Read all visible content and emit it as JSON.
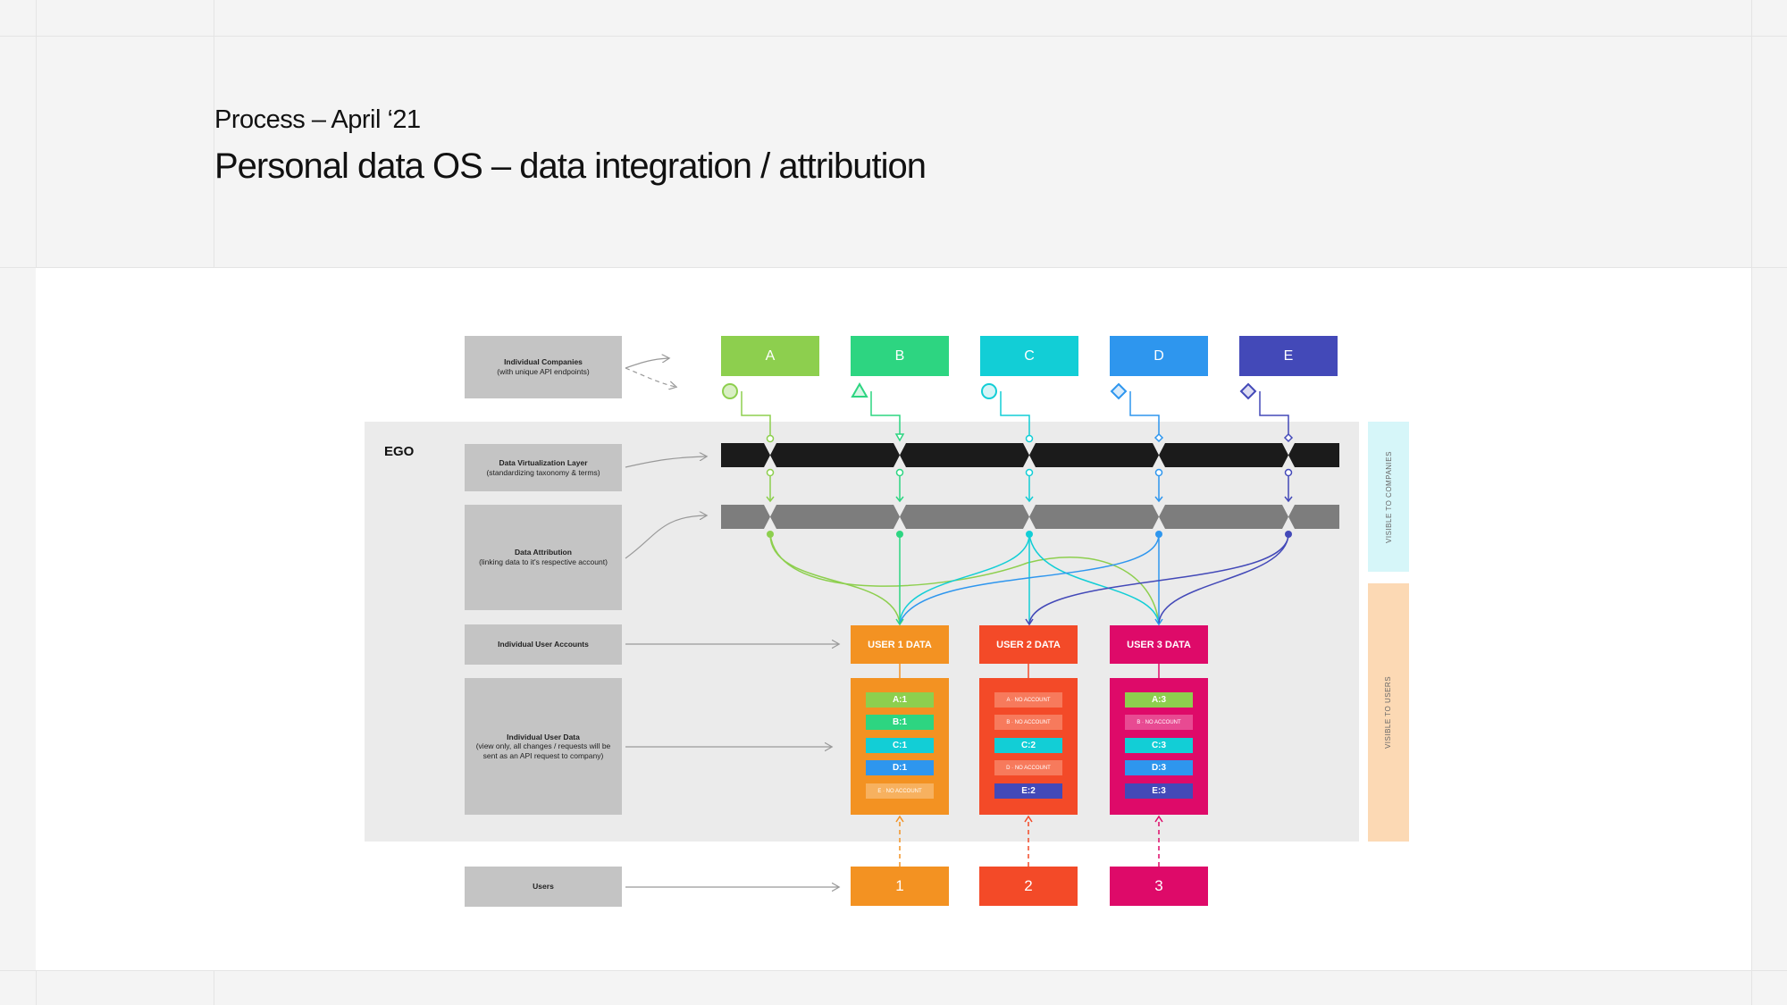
{
  "header": {
    "subtitle": "Process – April ‘21",
    "title": "Personal data OS – data integration / attribution"
  },
  "diagram": {
    "ego_label": "EGO",
    "labels": {
      "companies": {
        "title": "Individual Companies",
        "sub": "(with unique API endpoints)"
      },
      "virtualization": {
        "title": "Data Virtualization Layer",
        "sub": "(standardizing taxonomy & terms)"
      },
      "attribution": {
        "title": "Data Attribution",
        "sub": "(linking data to it's respective account)"
      },
      "accounts": {
        "title": "Individual User Accounts"
      },
      "user_data": {
        "title": "Individual User Data",
        "sub": "(view only, all changes / requests will be sent as an API request to company)"
      },
      "users": {
        "title": "Users"
      }
    },
    "companies": [
      {
        "label": "A",
        "color": "#8dcf4e",
        "symbol": "circle-icon"
      },
      {
        "label": "B",
        "color": "#2dd581",
        "symbol": "triangle-icon"
      },
      {
        "label": "C",
        "color": "#12ced6",
        "symbol": "circle-icon"
      },
      {
        "label": "D",
        "color": "#2e96ee",
        "symbol": "diamond-icon"
      },
      {
        "label": "E",
        "color": "#4349b8",
        "symbol": "diamond-icon"
      }
    ],
    "side_labels": {
      "companies": "VISIBLE TO COMPANIES",
      "users": "VISIBLE TO USERS"
    },
    "user_accounts": [
      {
        "label": "USER 1 DATA",
        "color": "#f39222"
      },
      {
        "label": "USER 2 DATA",
        "color": "#f34a28"
      },
      {
        "label": "USER 3 DATA",
        "color": "#de0a69"
      }
    ],
    "user_data": [
      {
        "color": "#f39222",
        "items": [
          {
            "text": "A:1",
            "color": "#8dcf4e"
          },
          {
            "text": "B:1",
            "color": "#2dd581"
          },
          {
            "text": "C:1",
            "color": "#12ced6"
          },
          {
            "text": "D:1",
            "color": "#2e96ee"
          },
          {
            "text": "E · NO ACCOUNT",
            "color": "#f7b15f",
            "na": true
          }
        ]
      },
      {
        "color": "#f34a28",
        "items": [
          {
            "text": "A · NO ACCOUNT",
            "color": "#f77a5c",
            "na": true
          },
          {
            "text": "B · NO ACCOUNT",
            "color": "#f77a5c",
            "na": true
          },
          {
            "text": "C:2",
            "color": "#12ced6"
          },
          {
            "text": "D · NO ACCOUNT",
            "color": "#f77a5c",
            "na": true
          },
          {
            "text": "E:2",
            "color": "#4349b8"
          }
        ]
      },
      {
        "color": "#de0a69",
        "items": [
          {
            "text": "A:3",
            "color": "#8dcf4e"
          },
          {
            "text": "B · NO ACCOUNT",
            "color": "#e84a92",
            "na": true
          },
          {
            "text": "C:3",
            "color": "#12ced6"
          },
          {
            "text": "D:3",
            "color": "#2e96ee"
          },
          {
            "text": "E:3",
            "color": "#4349b8"
          }
        ]
      }
    ],
    "users": [
      {
        "label": "1",
        "color": "#f39222"
      },
      {
        "label": "2",
        "color": "#f34a28"
      },
      {
        "label": "3",
        "color": "#de0a69"
      }
    ]
  }
}
